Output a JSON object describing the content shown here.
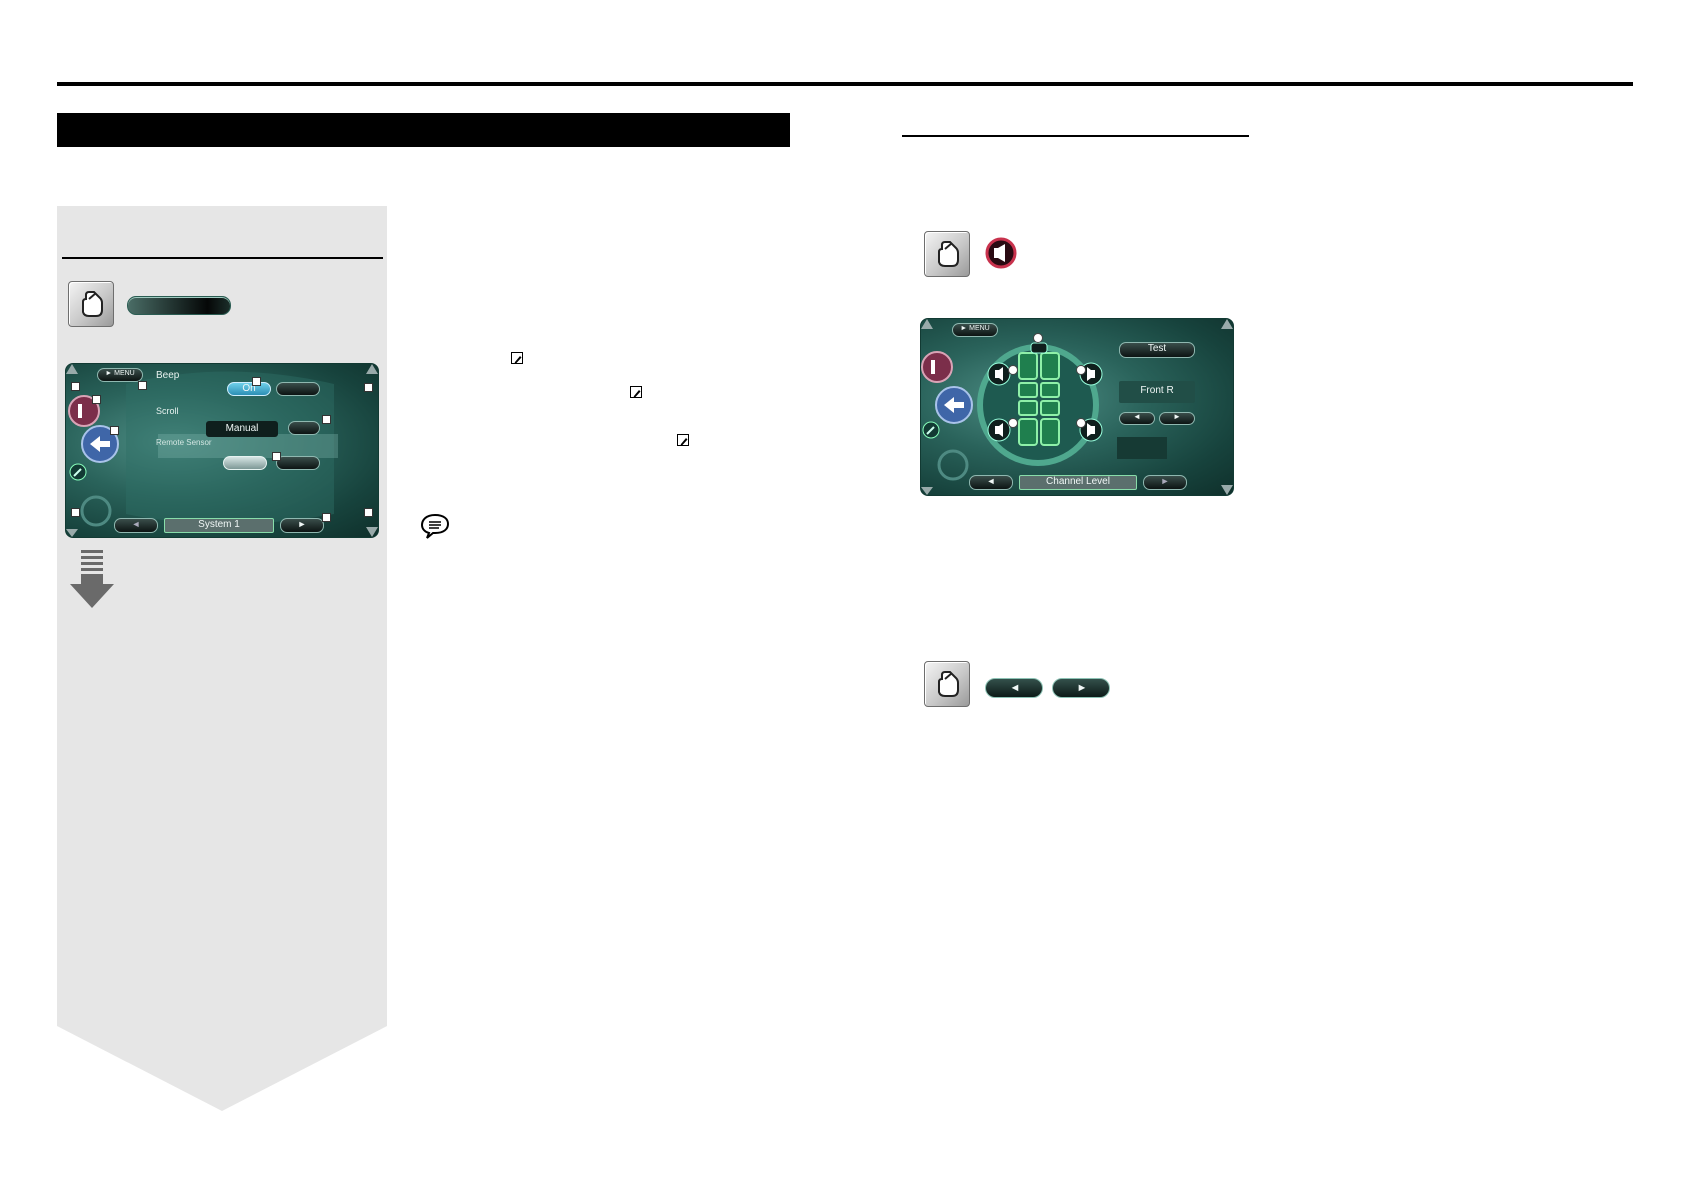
{
  "screen_system": {
    "beep_label": "Beep",
    "on_label": "On",
    "scroll_label": "Scroll",
    "manual_label": "Manual",
    "remote_sensor_label": "Remote Sensor",
    "menu_label": "► MENU",
    "title": "System 1",
    "prev_symbol": "◄",
    "next_symbol": "►"
  },
  "screen_channel": {
    "menu_label": "► MENU",
    "test_label": "Test",
    "channel_name": "Front R",
    "title": "Channel Level",
    "prev_symbol": "◄",
    "next_symbol": "►"
  },
  "arrows": {
    "left": "◄",
    "right": "►"
  },
  "colors": {
    "screen_teal": "#2a635b",
    "panel_gray": "#e6e6e6",
    "button_highlight": "#6fd0ea"
  }
}
